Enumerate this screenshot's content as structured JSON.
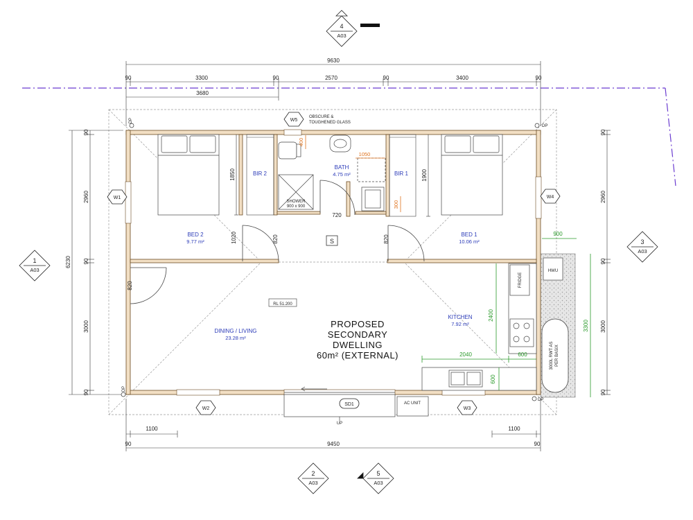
{
  "plan": {
    "title_lines": [
      "PROPOSED",
      "SECONDARY",
      "DWELLING",
      "60m² (EXTERNAL)"
    ],
    "level_label": "RL 51.200",
    "slab_marker": "S",
    "rooms": {
      "bed2": {
        "name": "BED 2",
        "area": "9.77 m²"
      },
      "bed1": {
        "name": "BED 1",
        "area": "10.06 m²"
      },
      "bath": {
        "name": "BATH",
        "area": "4.75 m²"
      },
      "bir2": {
        "name": "BIR 2"
      },
      "bir1": {
        "name": "BIR 1"
      },
      "dining": {
        "name": "DINING / LIVING",
        "area": "23.28 m²"
      },
      "kitchen": {
        "name": "KITCHEN",
        "area": "7.92 m²"
      }
    },
    "labels": {
      "shower": "SHOWER",
      "shower_size": "900 x 900",
      "fridge": "FRIDGE",
      "hwu": "HWU",
      "ac_unit": "AC UNIT",
      "rwt_lines": [
        "3000L RWT AS",
        "PER BASIX"
      ],
      "obscure_lines": [
        "OBSCURE &",
        "TOUGHENED GLASS"
      ],
      "up": "UP",
      "dp": "DP"
    },
    "windows": {
      "w1": "W1",
      "w2": "W2",
      "w3": "W3",
      "w4": "W4",
      "w5": "W5",
      "sd1": "SD1"
    },
    "section_markers": [
      {
        "num": "4",
        "ref": "A03"
      },
      {
        "num": "1",
        "ref": "A03"
      },
      {
        "num": "3",
        "ref": "A03"
      },
      {
        "num": "2",
        "ref": "A03"
      },
      {
        "num": "5",
        "ref": "A03"
      }
    ],
    "dims": {
      "top_total": "9630",
      "top_a": "90",
      "top_b": "3300",
      "top_c": "90",
      "top_d": "2570",
      "top_e": "90",
      "top_f": "3400",
      "top_g": "90",
      "top_sub": "3680",
      "left_total": "6230",
      "left_a": "90",
      "left_b": "2960",
      "left_c": "90",
      "left_d": "3000",
      "left_e": "90",
      "right_a": "90",
      "right_b": "2960",
      "right_c": "90",
      "right_d": "3000",
      "right_e": "90",
      "bottom_total": "9450",
      "bottom_a": "90",
      "bottom_b": "1100",
      "bottom_c": "1100",
      "bottom_d": "90",
      "bir2_h": "1850",
      "bir1_h": "1900",
      "door720": "720",
      "door820a": "820",
      "door820b": "820",
      "door820c": "820",
      "door1020": "1020",
      "o400": "400",
      "o1050": "1050",
      "o300": "300",
      "g900": "900",
      "g2400": "2400",
      "g2040": "2040",
      "g600a": "600",
      "g600b": "600",
      "g3300": "3300"
    }
  },
  "colors": {
    "wall_fill": "#f2dfc4",
    "wall_edge": "#6a4a22",
    "room_text": "#2a3ab8",
    "dim_green": "#2a9a2a",
    "dim_orange": "#e0731e",
    "boundary": "#6a3bd0",
    "paving": "#d8d8d8"
  }
}
